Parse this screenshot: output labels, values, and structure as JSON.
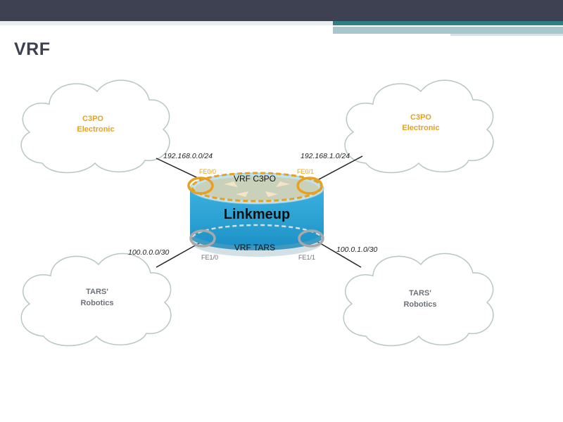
{
  "slide": {
    "title": "VRF"
  },
  "diagram": {
    "router_name": "Linkmeup",
    "vrf_top": "VRF C3PO",
    "vrf_bottom": "VRF TARS",
    "clouds": {
      "top_left": {
        "line1": "C3PO",
        "line2": "Electronic"
      },
      "top_right": {
        "line1": "C3PO",
        "line2": "Electronic"
      },
      "bottom_left": {
        "line1": "TARS'",
        "line2": "Robotics"
      },
      "bottom_right": {
        "line1": "TARS'",
        "line2": "Robotics"
      }
    },
    "interfaces": {
      "fe00": "FE0/0",
      "fe01": "FE0/1",
      "fe10": "FE1/0",
      "fe11": "FE1/1"
    },
    "subnets": {
      "top_left": "192.168.0.0/24",
      "top_right": "192.168.1.0/24",
      "bottom_left": "100.0.0.0/30",
      "bottom_right": "100.0.1.0/30"
    },
    "colors": {
      "c3po": "#e8a020",
      "tars": "#6b7078",
      "router_blue": "#2aa3d6",
      "router_top": "#bfe2ee",
      "cloud_stroke": "#b7c7c2"
    }
  }
}
